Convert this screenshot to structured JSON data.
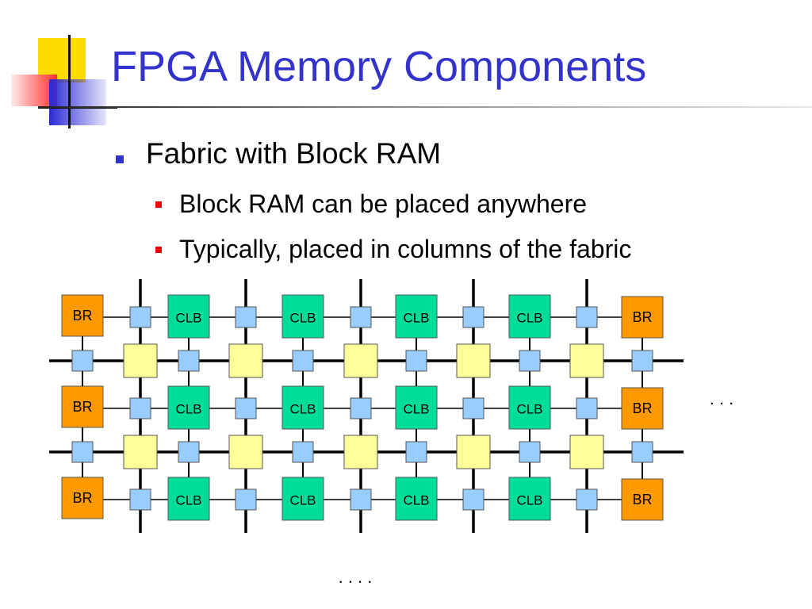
{
  "slide": {
    "title": "FPGA Memory Components",
    "bullets": [
      {
        "text": "Fabric with Block RAM",
        "sub": [
          "Block RAM can be placed anywhere",
          "Typically, placed in columns of the fabric"
        ]
      }
    ]
  },
  "diagram": {
    "block_ram_label": "BR",
    "logic_block_label": "CLB",
    "continue_right": ". . .",
    "continue_down": ". . . .",
    "rows": 3,
    "clb_columns": 4,
    "colors": {
      "block_ram": "#ff9900",
      "logic_block": "#00dd99",
      "connection_box": "#99ccff",
      "switch_box": "#ffff99",
      "wire": "#000000"
    }
  }
}
